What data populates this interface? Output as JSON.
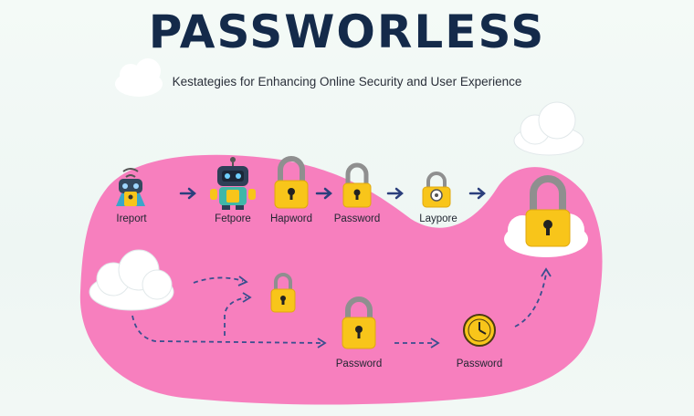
{
  "title": "PASSWORLESS",
  "subtitle": "Kestategies for Enhancing Online Security and User Experience",
  "top_row": {
    "items": [
      {
        "label": "Ireport",
        "icon": "robot-lock-icon"
      },
      {
        "label": "Fetpore",
        "icon": "robot-icon"
      },
      {
        "label": "Hapword",
        "icon": "padlock-icon"
      },
      {
        "label": "Password",
        "icon": "padlock-icon"
      },
      {
        "label": "Laypore",
        "icon": "padlock-coin-icon"
      }
    ]
  },
  "bottom_row": {
    "items": [
      {
        "label": "Password",
        "icon": "padlock-icon"
      },
      {
        "label": "Password",
        "icon": "clock-icon"
      }
    ]
  },
  "colors": {
    "title": "#142a4a",
    "blob": "#f77fbe",
    "arrow": "#2b3f7c",
    "lock_body": "#f8c51a",
    "lock_shackle": "#8f8f8f",
    "cloud": "#ffffff"
  }
}
